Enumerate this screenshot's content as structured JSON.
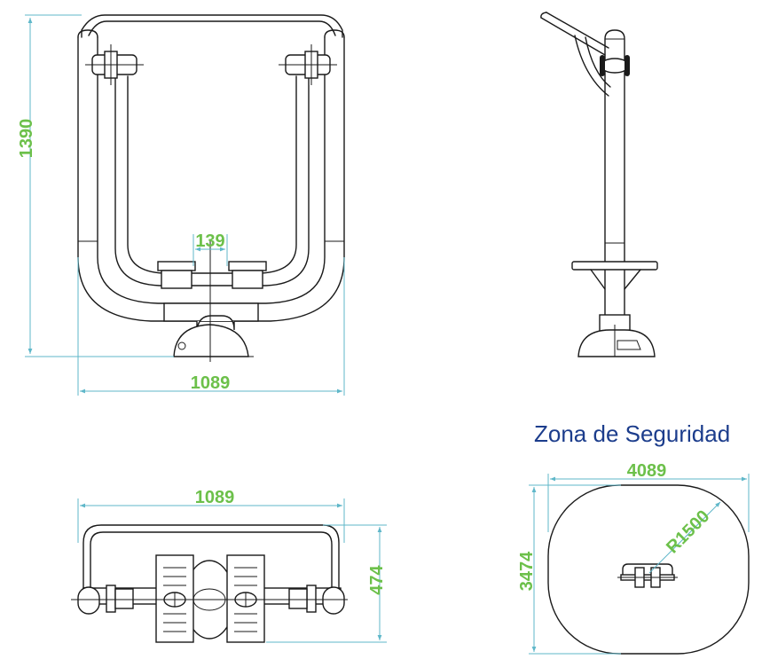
{
  "dimensions": {
    "front_height": "1390",
    "front_width": "1089",
    "pedal_gap": "139",
    "top_width": "1089",
    "top_depth": "474",
    "safety_width": "4089",
    "safety_depth": "3474",
    "safety_radius": "R1500"
  },
  "safety_zone_title": "Zona de Seguridad",
  "colors": {
    "dimension_text": "#6cc04a",
    "dimension_lines": "#5fb7c9",
    "title_text": "#1c3d8c",
    "drawing_lines": "#1a1a1a"
  }
}
